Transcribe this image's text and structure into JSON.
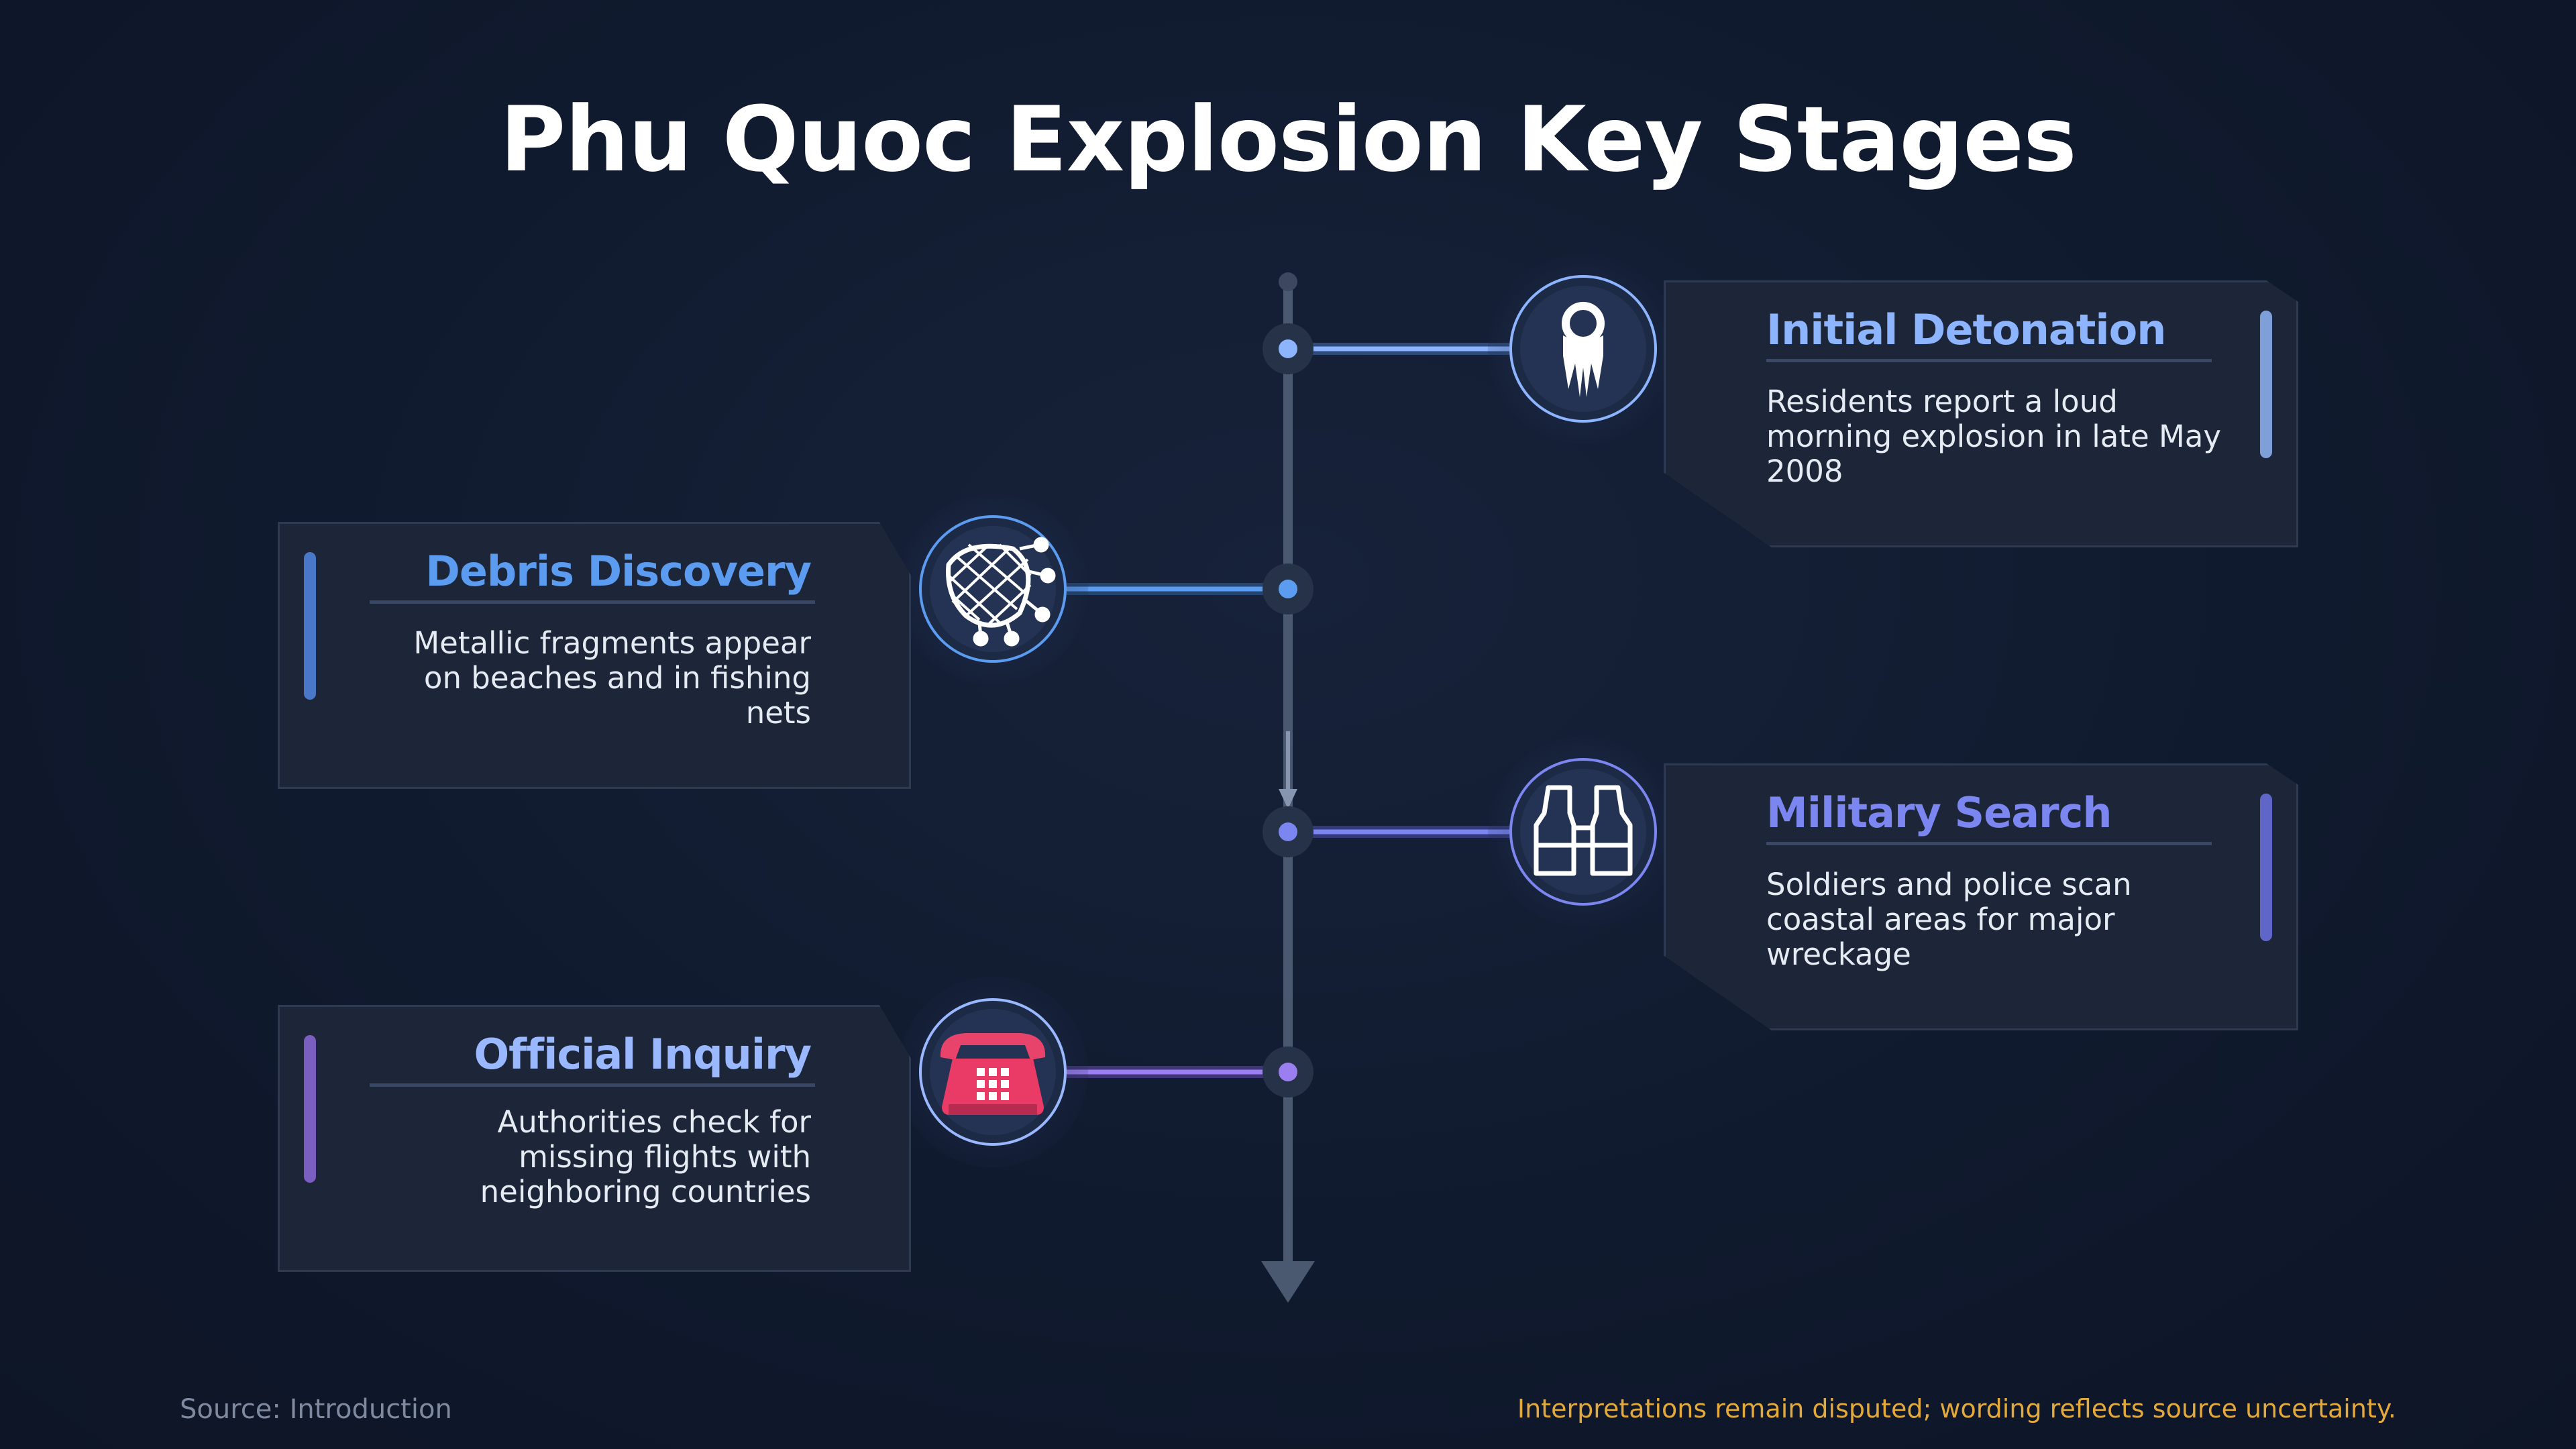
{
  "title": "Phu Quoc Explosion Key Stages",
  "stages": [
    {
      "heading": "Initial Detonation",
      "description": "Residents report a loud morning explosion in late May 2008",
      "icon": "rocket-explosion-icon",
      "color": "#8cb4ff"
    },
    {
      "heading": "Debris Discovery",
      "description": "Metallic fragments appear on beaches and in fishing nets",
      "icon": "fishing-net-icon",
      "color": "#5b9cf0"
    },
    {
      "heading": "Military Search",
      "description": "Soldiers and police scan coastal areas for major wreckage",
      "icon": "binoculars-icon",
      "color": "#7b86f0"
    },
    {
      "heading": "Official Inquiry",
      "description": "Authorities check for missing flights with neighboring countries",
      "icon": "telephone-icon",
      "color": "#9ab8ff"
    }
  ],
  "footer": {
    "source": "Source: Introduction",
    "note": "Interpretations remain disputed; wording reflects source uncertainty."
  },
  "colors": {
    "background": "#101a2e",
    "card": "#1c2638",
    "timeline": "#4a5870",
    "note": "#e3a93a"
  }
}
